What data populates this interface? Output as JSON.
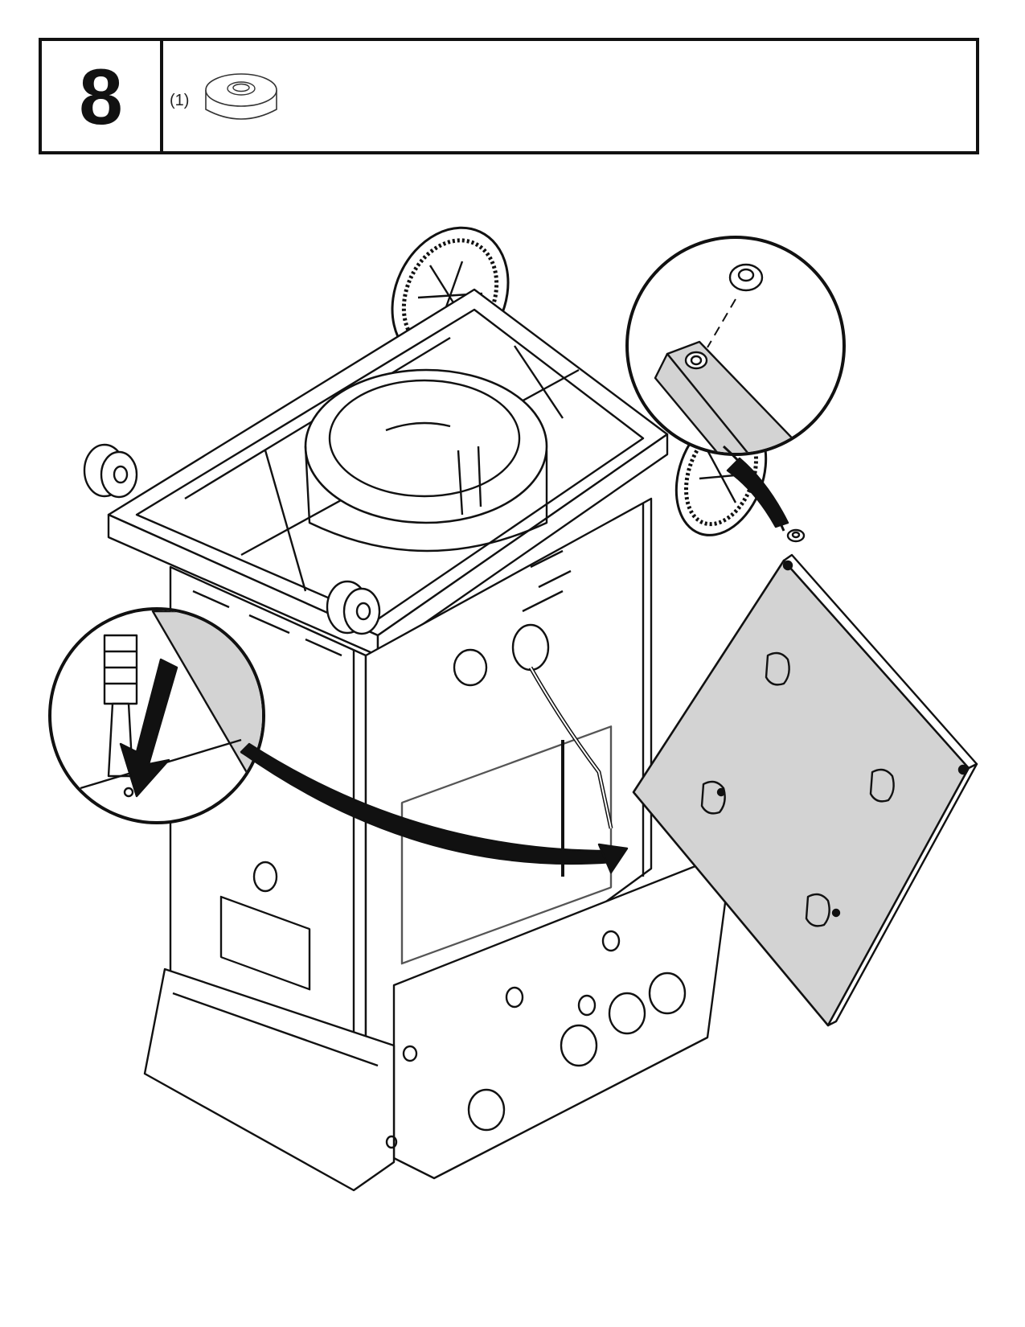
{
  "step": {
    "number": "8"
  },
  "parts": [
    {
      "quantity_label": "(1)",
      "icon": "washer-icon"
    }
  ],
  "illustration": {
    "subject": "grill-cart-side-panel-assembly",
    "callouts": [
      "washer-detail-callout",
      "gas-valve-detail-callout"
    ]
  }
}
